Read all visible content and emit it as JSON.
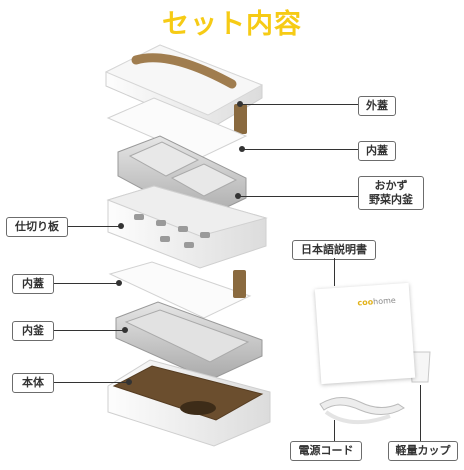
{
  "title": "セット内容",
  "labels": {
    "outer_lid": "外蓋",
    "inner_lid_top": "内蓋",
    "vegetable_pot_line1": "おかず",
    "vegetable_pot_line2": "野菜内釜",
    "divider": "仕切り板",
    "inner_lid_bottom": "内蓋",
    "inner_pot": "内釜",
    "body": "本体",
    "manual": "日本語説明書",
    "power_cord": "電源コード",
    "measuring_cup": "軽量カップ"
  },
  "manual_brand": {
    "prefix": "coo",
    "suffix": "home"
  },
  "colors": {
    "title": "#f6cb15",
    "body_white": "#f3f3f3",
    "handle": "#a07d4f",
    "liner": "#6b4e2e",
    "steel": "#c9c9c9"
  }
}
